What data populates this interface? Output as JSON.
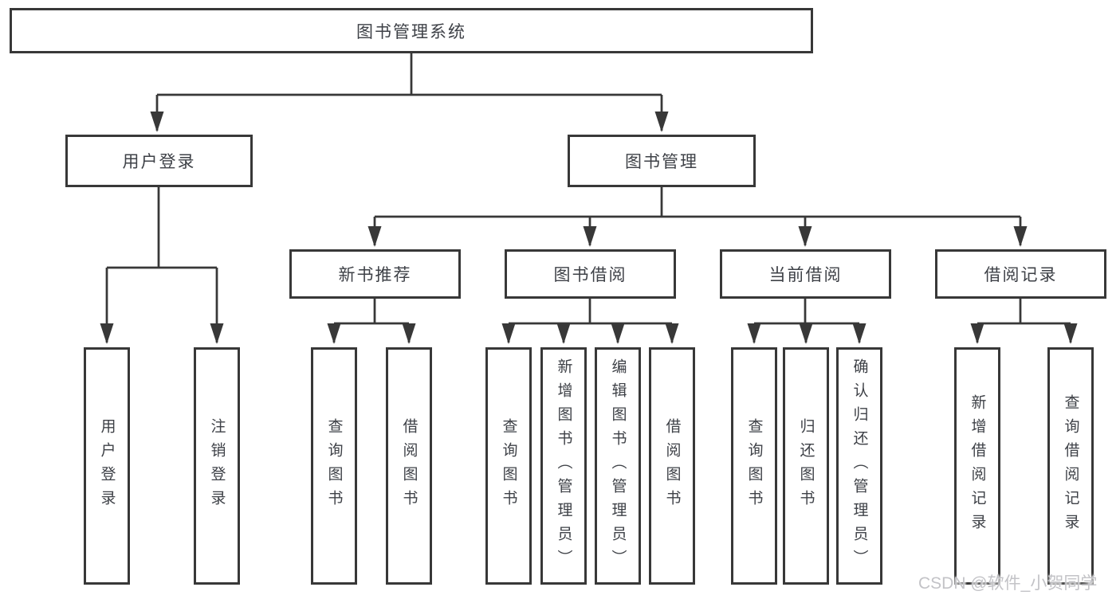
{
  "diagram_title": "图书管理系统",
  "watermark": "CSDN @软件_小贺同学",
  "colors": {
    "line": "#383838",
    "box_border": "#383838",
    "text": "#3e4147",
    "watermark": "#c3c3c7",
    "background": "#ffffff"
  },
  "tree": {
    "root": "图书管理系统",
    "branches": [
      {
        "label": "用户登录",
        "children": [
          "用户登录",
          "注销登录"
        ]
      },
      {
        "label": "图书管理",
        "groups": [
          {
            "label": "新书推荐",
            "children": [
              "查询图书",
              "借阅图书"
            ]
          },
          {
            "label": "图书借阅",
            "children": [
              "查询图书",
              "新增图书（管理员）",
              "编辑图书（管理员）",
              "借阅图书"
            ]
          },
          {
            "label": "当前借阅",
            "children": [
              "查询图书",
              "归还图书",
              "确认归还（管理员）"
            ]
          },
          {
            "label": "借阅记录",
            "children": [
              "新增借阅记录",
              "查询借阅记录"
            ]
          }
        ]
      }
    ]
  }
}
